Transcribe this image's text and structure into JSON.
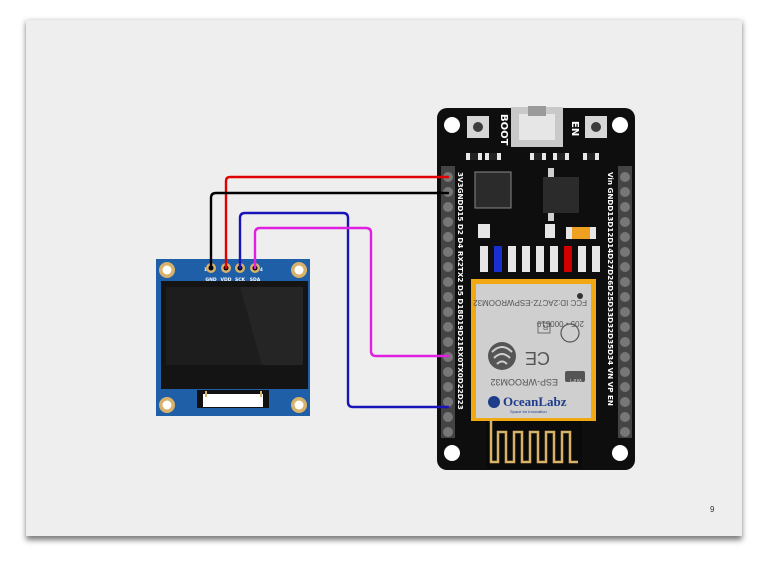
{
  "slide": {
    "page_number": "9"
  },
  "oled": {
    "pins": [
      "GND",
      "VDD",
      "SCK",
      "SDA"
    ],
    "pin_numbers": [
      "1",
      "4"
    ]
  },
  "esp32": {
    "buttons": {
      "boot": "BOOT",
      "en": "EN"
    },
    "left_header_labels": "3V3GNDD15 D2  D4 RX2TX2 D5 D18D19D21RX0TX0D22D23",
    "right_header_labels": "Vin GNDD13D12D14D27D26D25D33D32D35D34  VN  VP  EN",
    "module": {
      "fcc_id": "FCC ID:2AC7Z-ESPWROOM32",
      "r_code": "205 - 000519",
      "cert": "R",
      "ce": "CE",
      "model": "ESP-WROOM32",
      "wifi": "WiFi",
      "brand": "OceanLabz",
      "tagline": "Space for Innovation"
    }
  },
  "wires": {
    "colors": {
      "vcc": "#e00000",
      "gnd": "#000000",
      "scl": "#1a14b8",
      "sda": "#e020e0"
    }
  }
}
